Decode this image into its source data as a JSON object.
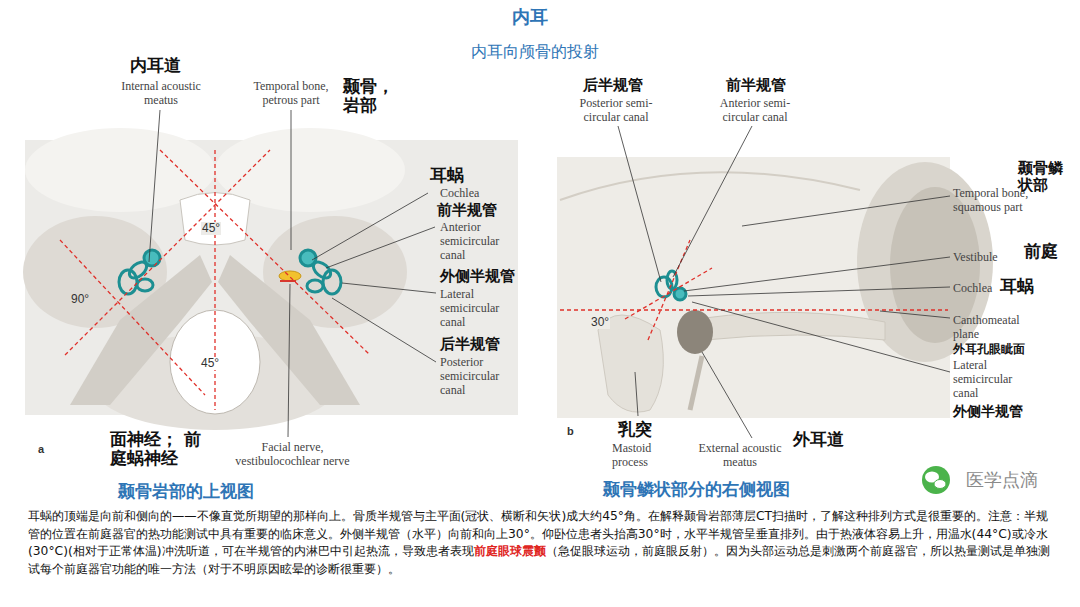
{
  "diagram": {
    "title": "内耳",
    "labels": [
      "内耳向颅骨的投射",
      "内耳道",
      "Internal acoustic meatus",
      "Temporal bone, petrous part",
      "颞骨，岩部",
      "耳蜗",
      "Cochlea",
      "前半规管",
      "Anterior semicircular canal",
      "外侧半规管",
      "Lateral semicircular canal",
      "后半规管",
      "Posterior semicircular canal",
      "45°",
      "90°",
      "45°",
      "面神经； 前庭蜗神经",
      "Facial nerve, vestibulocochlear nerve",
      "a",
      "颞骨岩部的上视图",
      "后半规管",
      "Posterior semi-circular canal",
      "前半规管",
      "Anterior semi-circular canal",
      "颞骨鳞状部",
      "Temporal bone, squamous part",
      "Vestibule",
      "前庭",
      "Cochlea",
      "耳蜗",
      "Canthomeatal plane",
      "外耳孔眼眦面",
      "Lateral semicircular canal",
      "外侧半规管",
      "30°",
      "乳突",
      "Mastoid process",
      "外耳道",
      "External acoustic meatus",
      "b",
      "颞骨鳞状部分的右侧视图",
      "医学点滴",
      "耳蜗的顶端是向前和侧向的——不像直觉所期望的那样向上。骨质半规管与主平面(冠状、横断和矢状)成大约45°角。在解释颞骨岩部薄层CT扫描时，了解这种排列方式是很重要的。注意：半规管的位置在前庭器官的热功能测试中具有重要的临床意义。外侧半规管（水平）向前和向上30°。仰卧位患者头抬高30°时，水平半规管呈垂直排列。由于热液体容易上升，用温水(44°C)或冷水(30°C)(相对于正常体温)冲洗听道，可在半规管的内淋巴中引起热流，导致患者表现",
      "前庭眼球震颤",
      "（急促眼球运动，前庭眼反射）。因为头部运动总是刺激两个前庭器官，所以热量测试是单独测试每个前庭器官功能的唯一方法（对于不明原因眩晕的诊断很重要）。"
    ]
  }
}
